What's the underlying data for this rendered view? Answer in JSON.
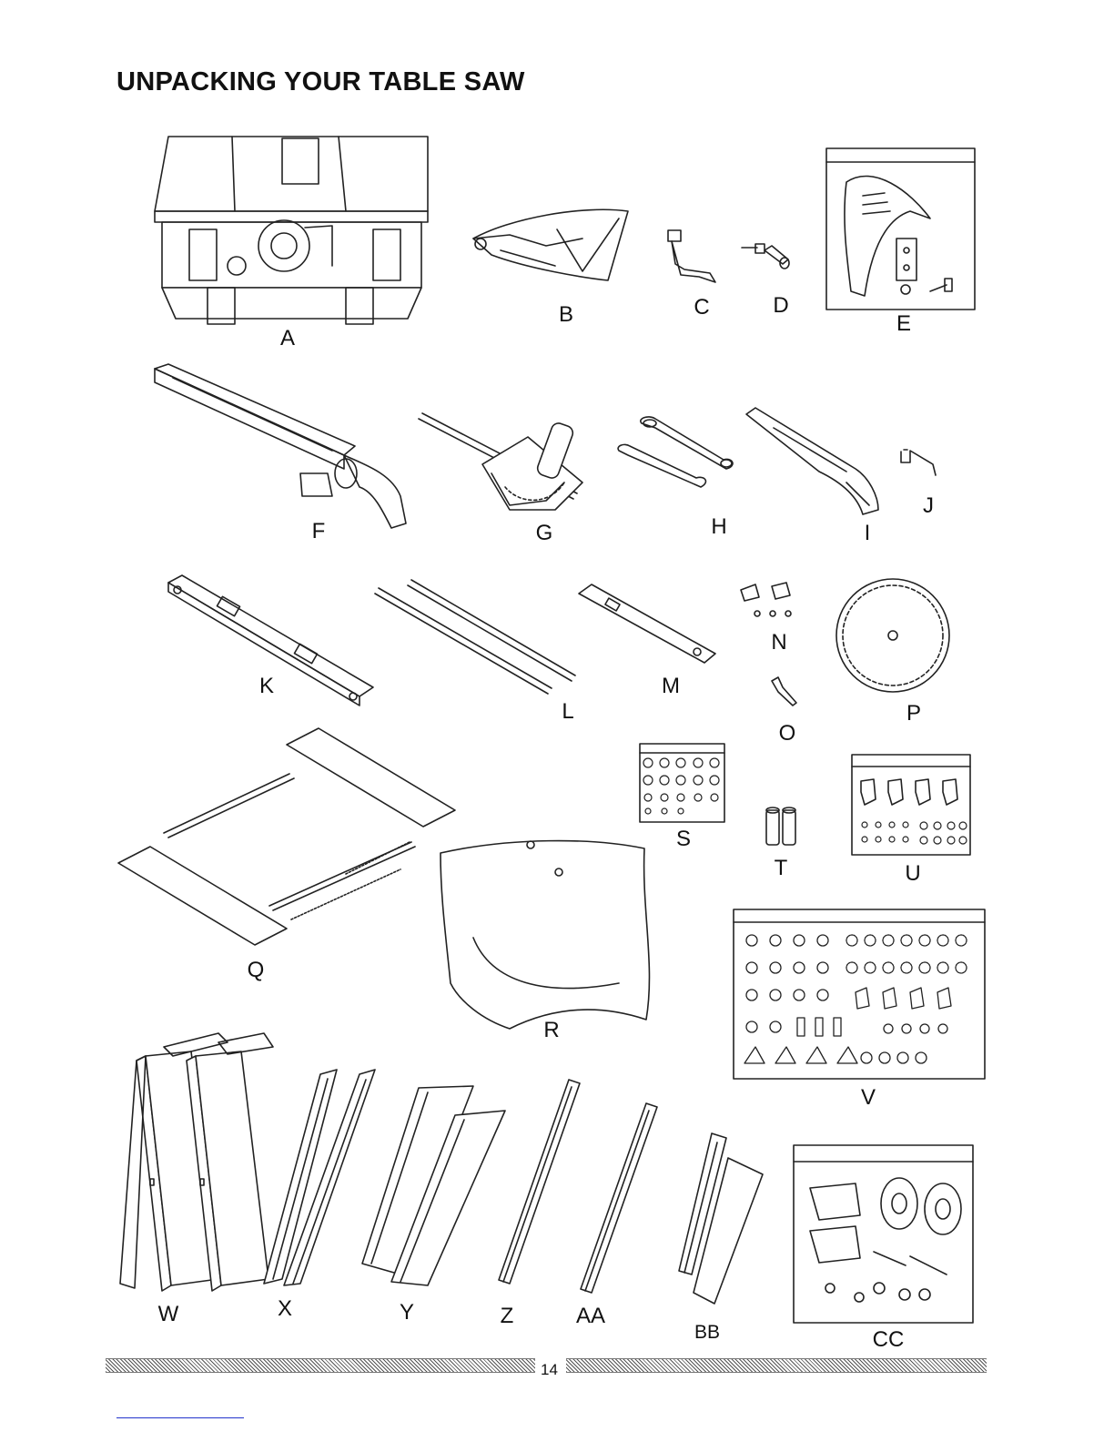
{
  "page": {
    "title": "UNPACKING YOUR TABLE SAW",
    "page_number": "14"
  },
  "labels": {
    "A": "A",
    "B": "B",
    "C": "C",
    "D": "D",
    "E": "E",
    "F": "F",
    "G": "G",
    "H": "H",
    "I": "I",
    "J": "J",
    "K": "K",
    "L": "L",
    "M": "M",
    "N": "N",
    "O": "O",
    "P": "P",
    "Q": "Q",
    "R": "R",
    "S": "S",
    "T": "T",
    "U": "U",
    "V": "V",
    "W": "W",
    "X": "X",
    "Y": "Y",
    "Z": "Z",
    "AA": "AA",
    "BB": "BB",
    "CC": "CC"
  }
}
